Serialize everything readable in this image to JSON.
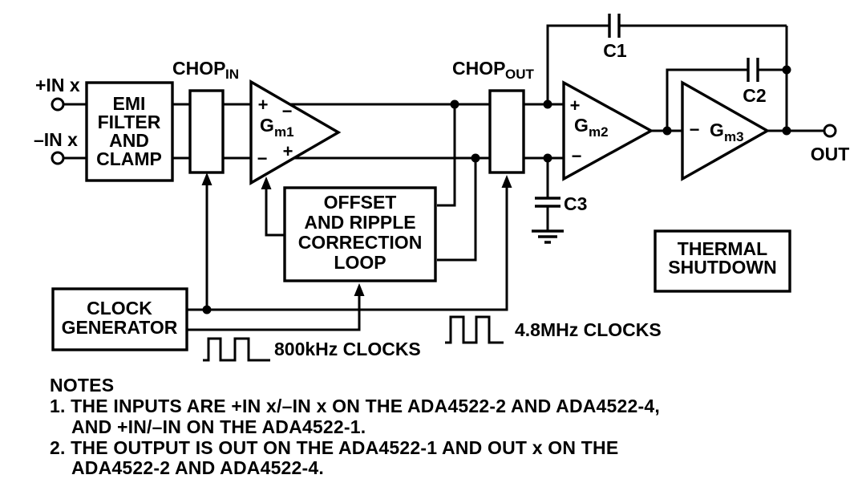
{
  "figure": {
    "background": "#ffffff",
    "ink": "#000000",
    "type": "functional-block-diagram"
  },
  "terminals": {
    "in_pos": "+IN x",
    "in_neg": "–IN x",
    "out": "OUT"
  },
  "blocks": {
    "emi": {
      "lines": [
        "EMI",
        "FILTER",
        "AND",
        "CLAMP"
      ]
    },
    "chop_in": {
      "name": "CHOP",
      "sub": "IN"
    },
    "chop_out": {
      "name": "CHOP",
      "sub": "OUT"
    },
    "offset_loop": {
      "lines": [
        "OFFSET",
        "AND RIPPLE",
        "CORRECTION",
        "LOOP"
      ]
    },
    "clock_gen": {
      "lines": [
        "CLOCK",
        "GENERATOR"
      ]
    },
    "thermal": {
      "lines": [
        "THERMAL",
        "SHUTDOWN"
      ]
    }
  },
  "amps": {
    "gm1": {
      "label": "G",
      "sub": "m1",
      "in_plus": "+",
      "in_minus": "−",
      "out_minus": "−",
      "out_plus": "+"
    },
    "gm2": {
      "label": "G",
      "sub": "m2",
      "in_plus": "+",
      "in_minus": "−"
    },
    "gm3": {
      "label": "G",
      "sub": "m3",
      "in_minus": "−"
    }
  },
  "capacitors": {
    "c1": "C1",
    "c2": "C2",
    "c3": "C3"
  },
  "clocks": {
    "clk_800": "800kHz CLOCKS",
    "clk_48": "4.8MHz CLOCKS"
  },
  "notes": {
    "title": "NOTES",
    "lines": [
      "1. THE INPUTS ARE +IN x/–IN x ON THE ADA4522-2 AND ADA4522-4,",
      "AND +IN/–IN ON THE ADA4522-1.",
      "2. THE OUTPUT IS OUT ON THE ADA4522-1 AND OUT x ON THE",
      "ADA4522-2 AND ADA4522-4."
    ]
  }
}
